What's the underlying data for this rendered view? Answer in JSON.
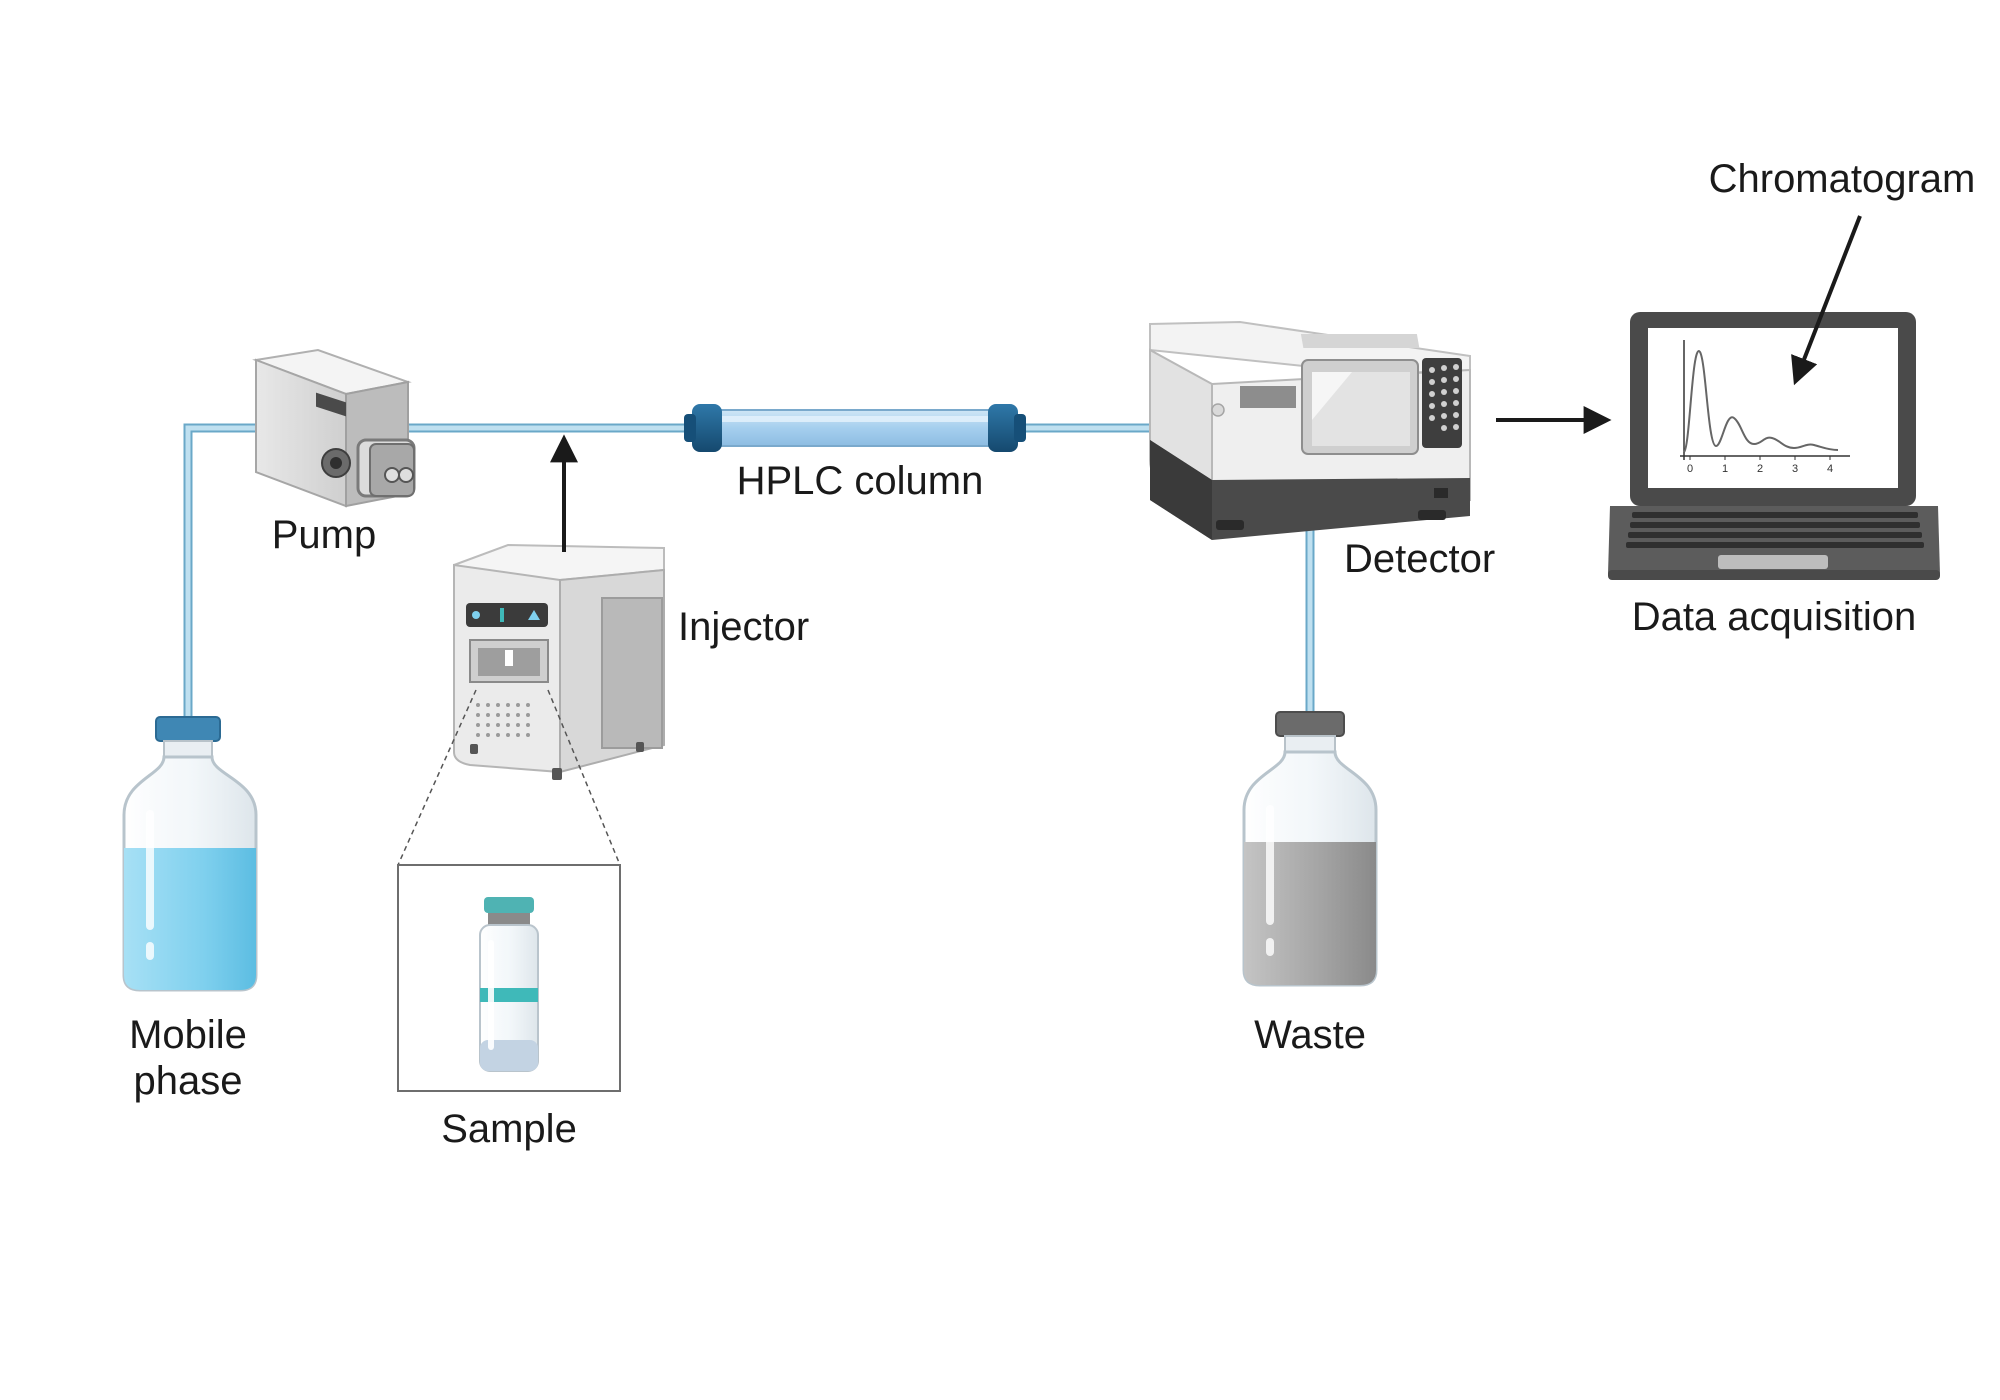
{
  "labels": {
    "mobile_phase_line1": "Mobile",
    "mobile_phase_line2": "phase",
    "pump": "Pump",
    "injector": "Injector",
    "sample": "Sample",
    "column": "HPLC column",
    "detector": "Detector",
    "waste": "Waste",
    "data_acquisition": "Data acquisition",
    "chromatogram": "Chromatogram"
  },
  "chromatogram_axis_ticks": [
    "0",
    "1",
    "2",
    "3",
    "4"
  ],
  "colors": {
    "tubing": "#a9d3e8",
    "tubing_edge": "#6aa8c8",
    "mobile_liquid": "#7fd0ee",
    "waste_liquid": "#9a9a9a",
    "column_cap": "#1e5f8e",
    "column_body": "#a9d2ee",
    "vial_stripe": "#3fb9b9",
    "device_light": "#f2f2f2",
    "device_mid": "#c9c9c9",
    "device_dark": "#4a4a4a",
    "arrow": "#1a1a1a"
  }
}
